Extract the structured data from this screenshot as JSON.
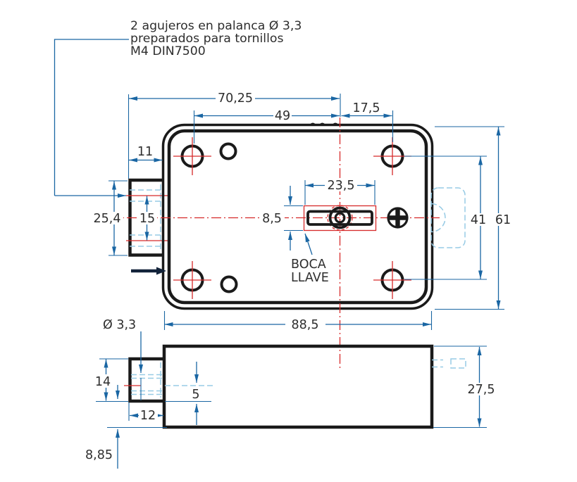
{
  "colors": {
    "outline_black": "#1a1a1a",
    "dimension_blue": "#1a66a3",
    "centerline_red": "#d62a2a",
    "hidden_lightblue": "#97cbe5"
  },
  "note": {
    "line1": "2 agujeros en palanca Ø 3,3",
    "line2": "preparados para tornillos",
    "line3": "M4 DIN7500"
  },
  "top_view": {
    "dims": {
      "face_to_key": "70,25",
      "holes_span": "49",
      "key_to_right_hole": "17,5",
      "bolt_throw": "11",
      "bolt_width": "25,4",
      "lever_holes_spacing": "15",
      "keyway_height": "8,5",
      "keyway_width": "23,5",
      "holes_vertical_span": "41",
      "body_height": "61",
      "body_width": "88,5"
    },
    "labels": {
      "keyway_line1": "BOCA",
      "keyway_line2": "LLAVE"
    }
  },
  "side_view": {
    "dims": {
      "hole_diameter": "Ø 3,3",
      "bolt_height": "14",
      "bolt_center_offset": "5",
      "bolt_length": "12",
      "case_depth": "27,5",
      "lever_offset": "8,85"
    }
  }
}
